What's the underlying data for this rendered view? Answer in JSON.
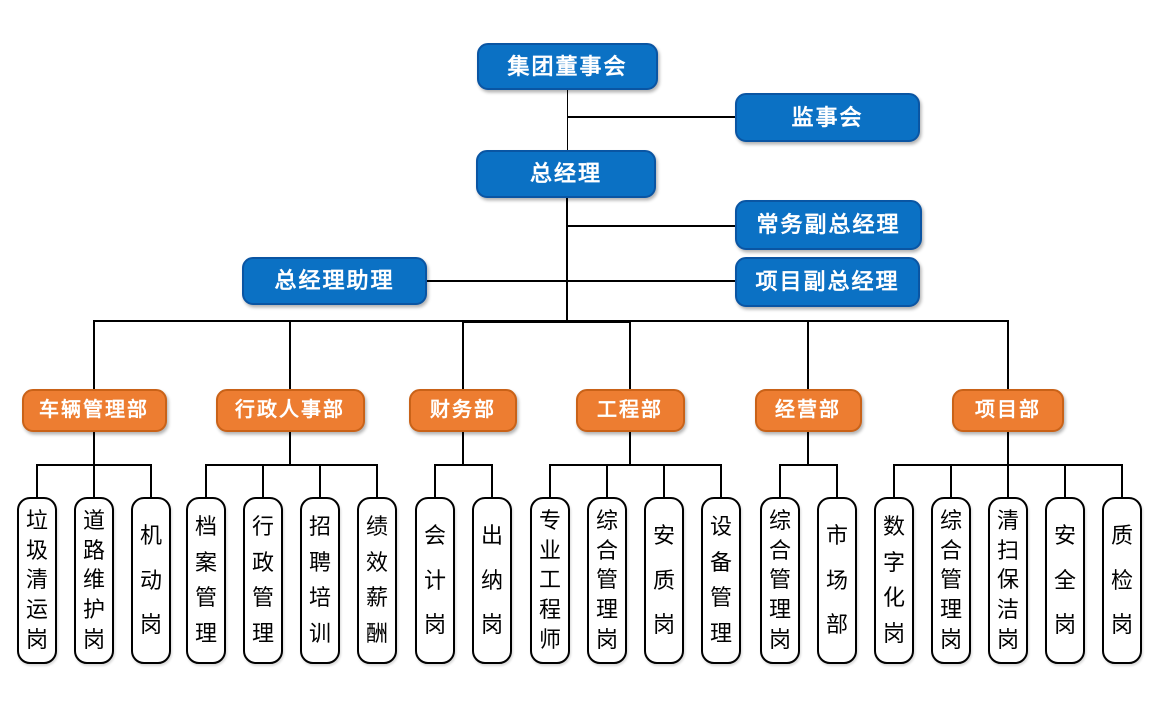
{
  "colors": {
    "canvas_bg": "#ffffff",
    "exec_fill": "#0b71c4",
    "exec_border": "#0a55a3",
    "dept_fill": "#ed7d31",
    "dept_border": "#c96218",
    "child_fill": "#ffffff",
    "child_border": "#000000",
    "line_color": "#000000",
    "label_light": "#ffffff",
    "label_dark": "#000000"
  },
  "executives": {
    "board": {
      "label": "集团董事会"
    },
    "supervisory": {
      "label": "监事会"
    },
    "general_manager": {
      "label": "总经理"
    },
    "executive_deputy_gm": {
      "label": "常务副总经理"
    },
    "gm_assistant": {
      "label": "总经理助理"
    },
    "project_deputy_gm": {
      "label": "项目副总经理"
    }
  },
  "departments": [
    {
      "label": "车辆管理部",
      "children": [
        "垃圾清运岗",
        "道路维护岗",
        "机动岗"
      ]
    },
    {
      "label": "行政人事部",
      "children": [
        "档案管理",
        "行政管理",
        "招聘培训",
        "绩效薪酬"
      ]
    },
    {
      "label": "财务部",
      "children": [
        "会计岗",
        "出纳岗"
      ]
    },
    {
      "label": "工程部",
      "children": [
        "专业工程师",
        "综合管理岗",
        "安质岗",
        "设备管理"
      ]
    },
    {
      "label": "经营部",
      "children": [
        "综合管理岗",
        "市场部"
      ]
    },
    {
      "label": "项目部",
      "children": [
        "数字化岗",
        "综合管理岗",
        "清扫保洁岗",
        "安全岗",
        "质检岗"
      ]
    }
  ]
}
